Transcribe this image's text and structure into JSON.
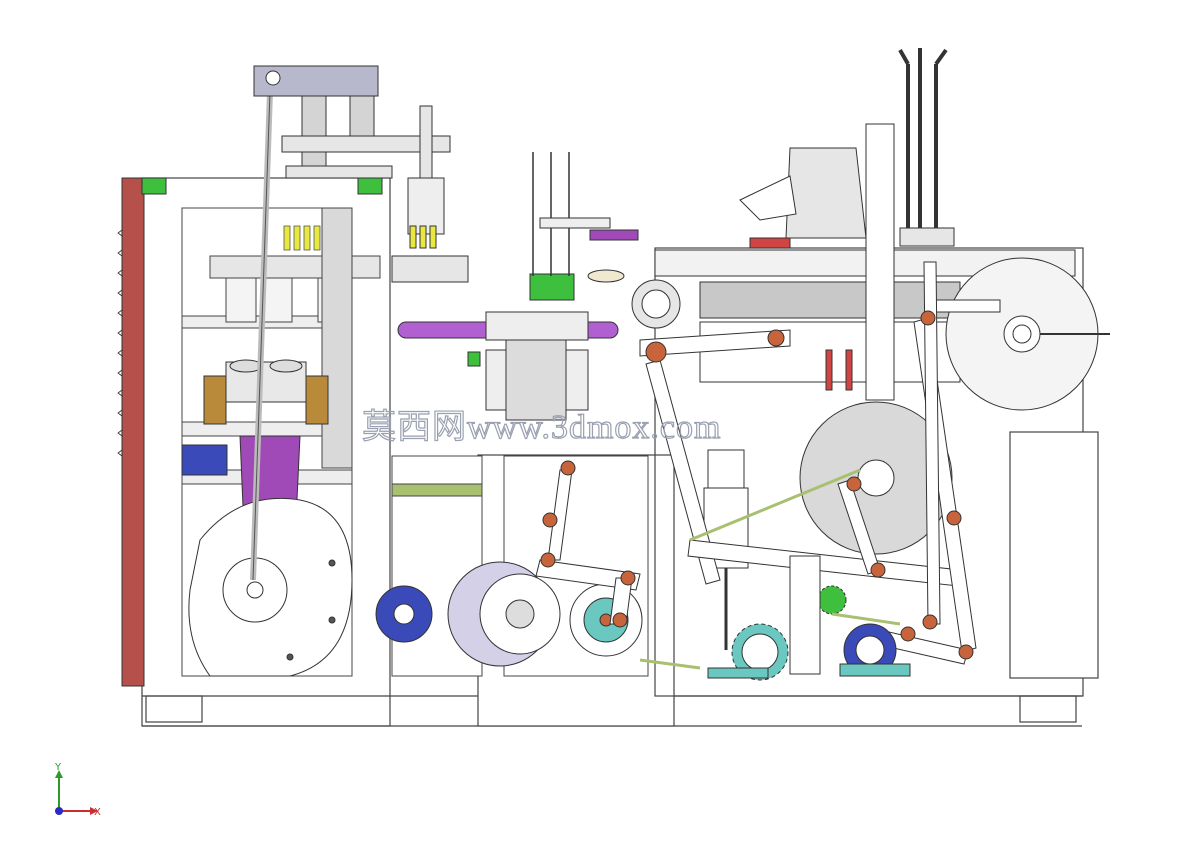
{
  "watermark": {
    "text": "莫西网www.3dmox.com"
  },
  "triad": {
    "y_label": "Y",
    "x_label": "X"
  },
  "colors": {
    "frame_red": "#b5504a",
    "purple": "#a04ab8",
    "violet": "#b060d0",
    "gold": "#b88a3a",
    "green": "#3ec03e",
    "yellow": "#e8e840",
    "teal": "#6ac8c0",
    "blue": "#3a4ab8",
    "gray_roll": "#d9d9d9",
    "steel": "#bfbfbf",
    "copper": "#c8643c",
    "olive": "#a8c070"
  }
}
